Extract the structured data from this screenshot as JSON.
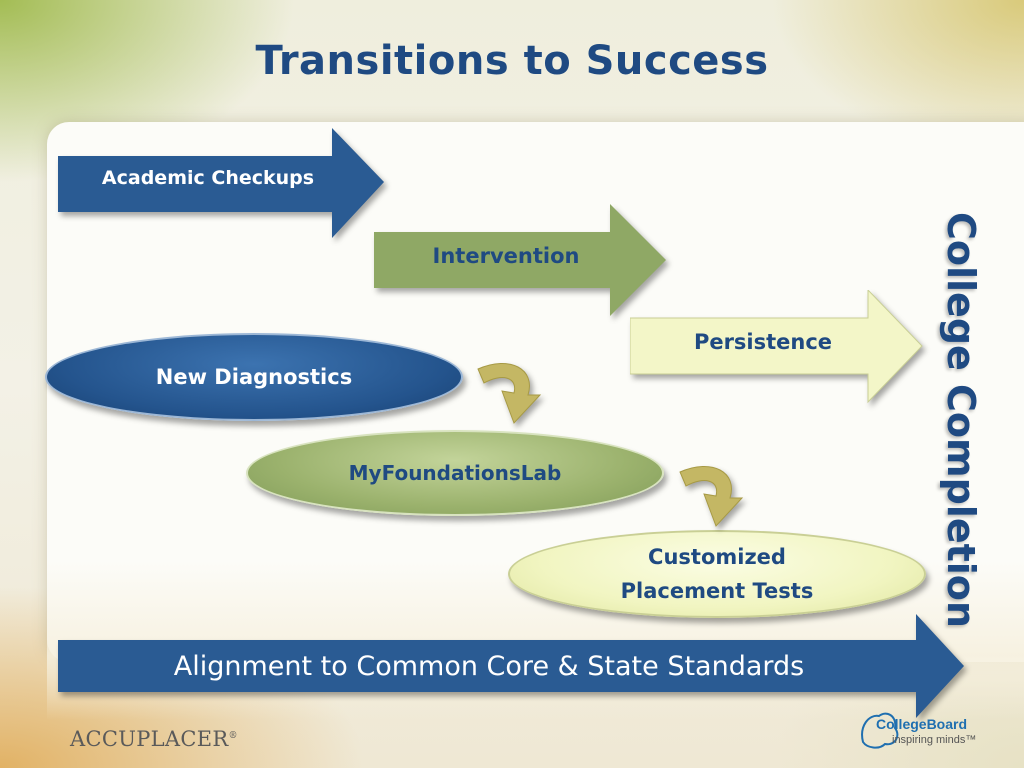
{
  "slide": {
    "title": "Transitions to Success",
    "steps": [
      {
        "label": "Academic Checkups",
        "color": "#2a5b93",
        "text_color": "#ffffff"
      },
      {
        "label": "Intervention",
        "color": "#8fa865",
        "text_color": "#1f4a82"
      },
      {
        "label": "Persistence",
        "color": "#f3f6c8",
        "text_color": "#1f4a82"
      }
    ],
    "tools": [
      {
        "label": "New Diagnostics",
        "color": "#2a5b93",
        "text_color": "#ffffff"
      },
      {
        "label": "MyFoundationsLab",
        "color": "#9bb26d",
        "text_color": "#1f4a82"
      },
      {
        "label": "Customized Placement Tests",
        "color": "#f4f7c6",
        "text_color": "#1f4a82"
      }
    ],
    "goal": "College Completion",
    "foundation": {
      "label": "Alignment to Common Core & State Standards",
      "color": "#2a5b93"
    },
    "footer": {
      "left_logo_text": "ACCUPLACER",
      "left_logo_mark": "®",
      "right_logo_name": "CollegeBoard",
      "right_logo_tagline": "inspiring minds™"
    }
  }
}
